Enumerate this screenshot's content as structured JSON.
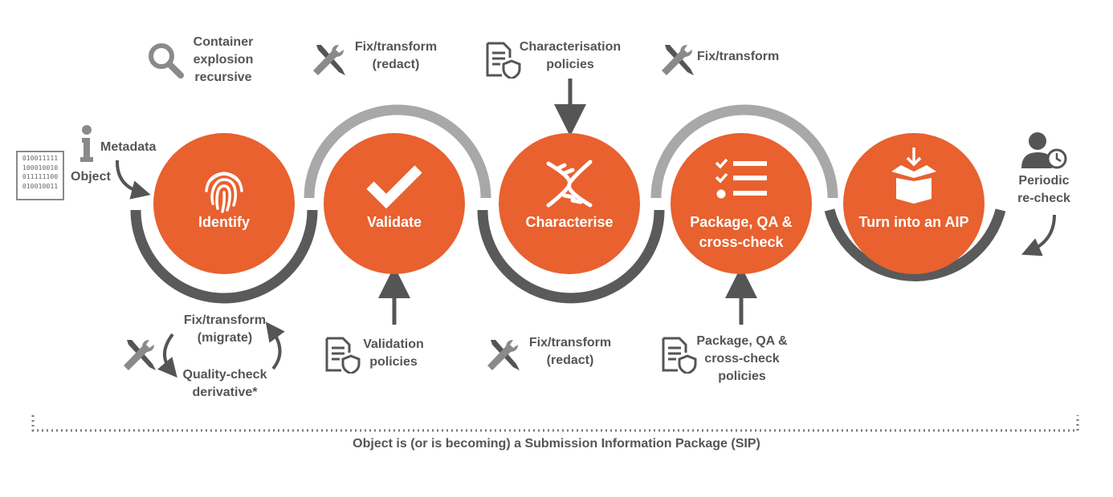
{
  "stages": [
    {
      "label": "Identify"
    },
    {
      "label": "Validate"
    },
    {
      "label": "Characterise"
    },
    {
      "label": "Package, QA & cross-check"
    },
    {
      "label": "Turn into an AIP"
    }
  ],
  "inputs": {
    "metadata": "Metadata",
    "object": "Object",
    "binary_lines": [
      "010011111",
      "100010010",
      "011111100",
      "010010011"
    ]
  },
  "annotations": {
    "container": "Container explosion recursive",
    "fix_redact_top": "Fix/transform (redact)",
    "char_policies": "Characterisation policies",
    "fix_top": "Fix/transform",
    "fix_migrate": "Fix/transform (migrate)",
    "quality_check": "Quality-check derivative*",
    "validation_policies": "Validation policies",
    "fix_redact_bottom": "Fix/transform (redact)",
    "package_policies": "Package, QA & cross-check policies",
    "periodic": "Periodic re-check"
  },
  "footer": "Object is (or is becoming) a Submission Information Package (SIP)",
  "colors": {
    "accent": "#e8612f",
    "arc_dark": "#5a5a5a",
    "arc_light": "#a8a8a8",
    "icon": "#8a8a8a",
    "text": "#555555"
  },
  "icons": [
    "magnifier-icon",
    "wrench-screwdriver-icon",
    "policy-document-icon",
    "info-icon",
    "binary-file-icon",
    "fingerprint-icon",
    "checkmark-icon",
    "dna-icon",
    "checklist-icon",
    "box-icon",
    "user-clock-icon"
  ]
}
